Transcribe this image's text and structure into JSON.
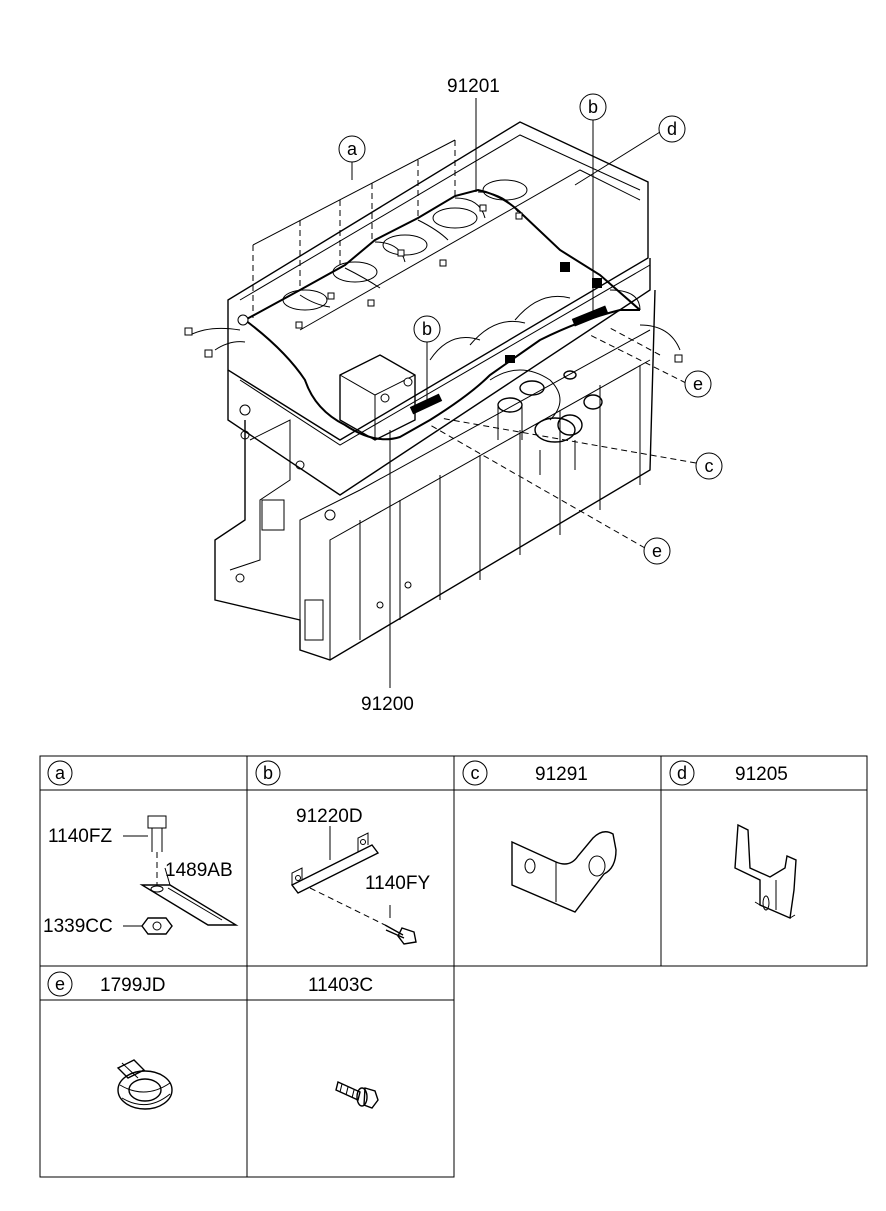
{
  "callouts": {
    "main_top": "91201",
    "main_bottom": "91200",
    "a": "a",
    "b_top": "b",
    "b_mid": "b",
    "c": "c",
    "d": "d",
    "e_right": "e",
    "e_low": "e"
  },
  "legend": {
    "a": {
      "letter": "a",
      "title": "",
      "parts": [
        "1140FZ",
        "1489AB",
        "1339CC"
      ]
    },
    "b": {
      "letter": "b",
      "title": "",
      "parts": [
        "91220D",
        "1140FY"
      ]
    },
    "c": {
      "letter": "c",
      "title": "91291"
    },
    "d": {
      "letter": "d",
      "title": "91205"
    },
    "e": {
      "letter": "e",
      "title": "1799JD"
    },
    "f": {
      "letter": "",
      "title": "11403C"
    }
  }
}
